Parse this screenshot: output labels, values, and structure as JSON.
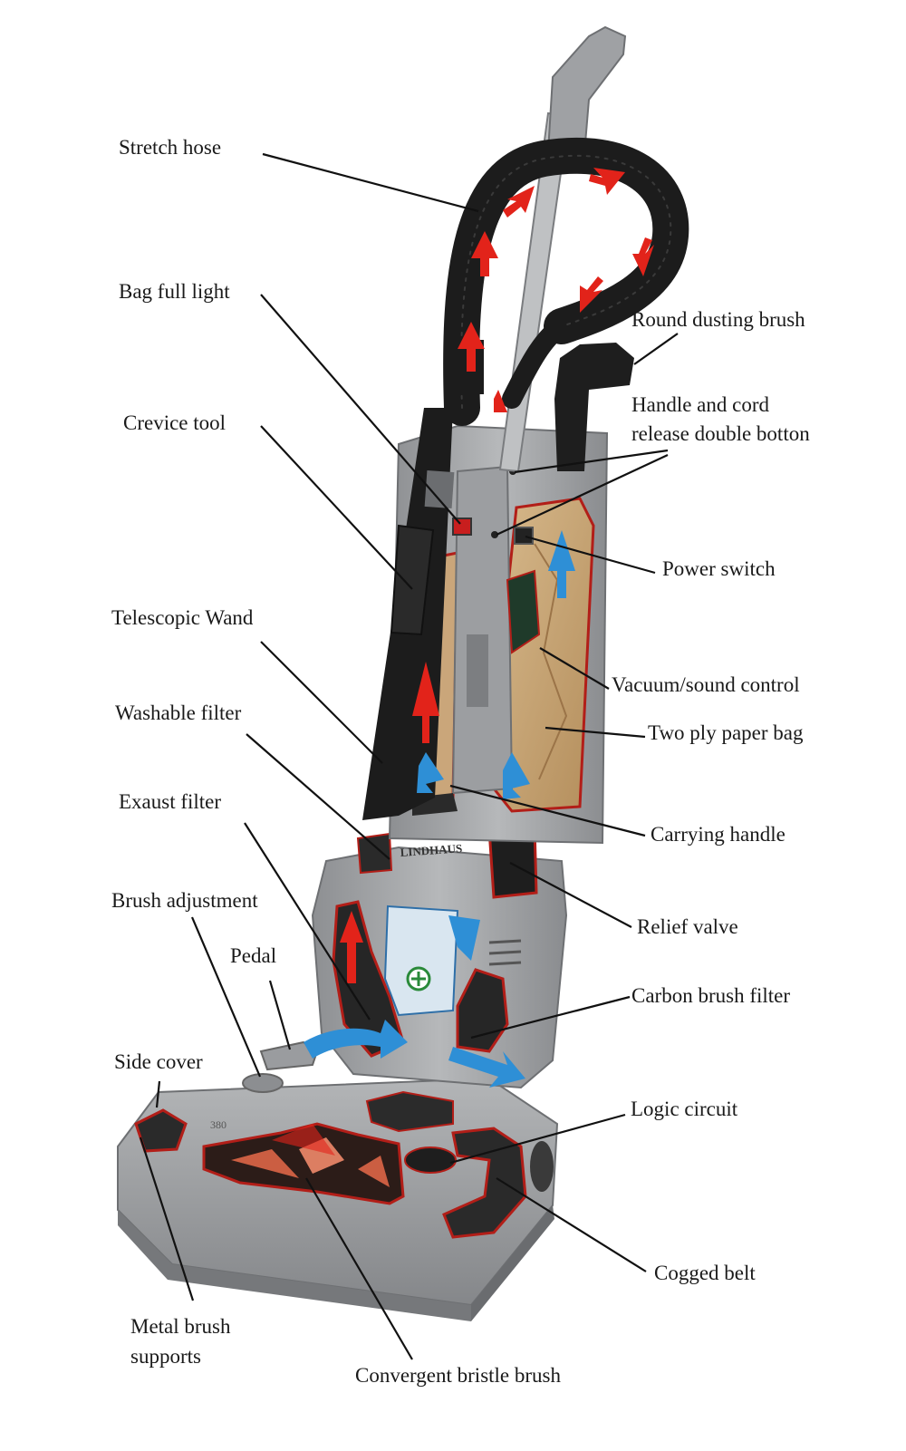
{
  "diagram": {
    "brand": "LINDHAUS",
    "base_badge": "380",
    "labels": {
      "stretch_hose": "Stretch hose",
      "bag_full_light": "Bag full light",
      "crevice_tool": "Crevice tool",
      "telescopic_wand": "Telescopic Wand",
      "washable_filter": "Washable filter",
      "exaust_filter": "Exaust filter",
      "brush_adjustment": "Brush adjustment",
      "pedal": "Pedal",
      "side_cover": "Side cover",
      "metal_brush_supports_1": "Metal brush",
      "metal_brush_supports_2": "supports",
      "convergent_bristle_brush": "Convergent bristle brush",
      "round_dusting_brush": "Round dusting brush",
      "handle_cord_release_1": "Handle and cord",
      "handle_cord_release_2": "release double botton",
      "power_switch": "Power switch",
      "vacuum_sound_control": "Vacuum/sound control",
      "two_ply_paper_bag": "Two ply paper bag",
      "carrying_handle": "Carrying handle",
      "relief_valve": "Relief valve",
      "carbon_brush_filter": "Carbon brush filter",
      "logic_circuit": "Logic circuit",
      "cogged_belt": "Cogged belt"
    },
    "colors": {
      "body_gray": "#a7a9ab",
      "hose_black": "#1c1c1c",
      "bag_brown": "#c9a87a",
      "airflow_red": "#e2231a",
      "airflow_blue": "#2e8fd6",
      "leader_line": "#111111"
    }
  }
}
